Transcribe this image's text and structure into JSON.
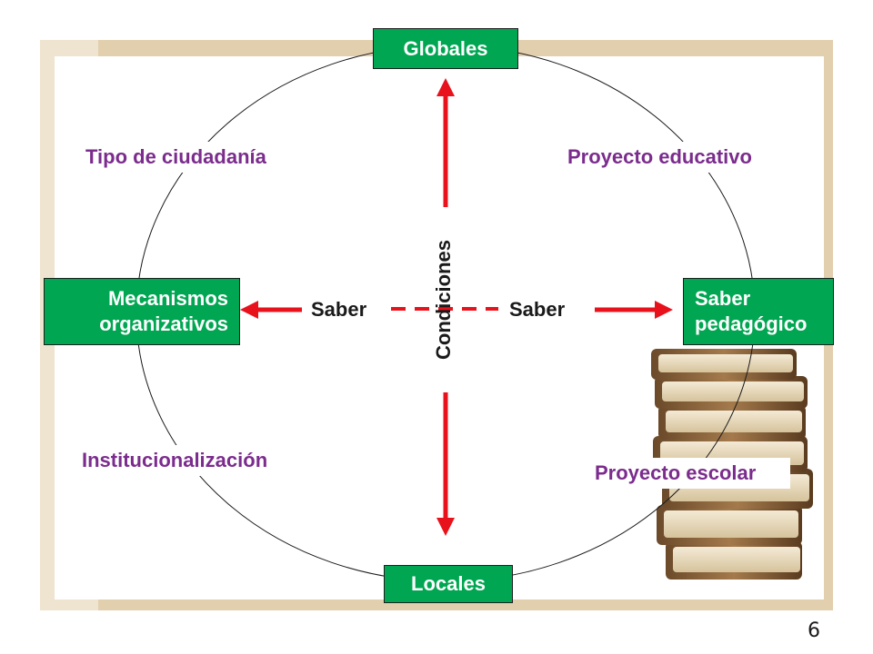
{
  "nodes": {
    "top": "Globales",
    "bottom": "Locales",
    "left_line1": "Mecanismos",
    "left_line2": "organizativos",
    "right_line1": "Saber",
    "right_line2": "pedagógico"
  },
  "labels": {
    "top_left": "Tipo de ciudadanía",
    "top_right": "Proyecto educativo",
    "bottom_left": "Institucionalización",
    "bottom_right": "Proyecto escolar",
    "center_vertical": "Condiciones",
    "center_left": "Saber",
    "center_right": "Saber"
  },
  "page_number": "6",
  "colors": {
    "node_fill": "#00a651",
    "arrow": "#e8121c",
    "label_text": "#7b2c8d",
    "frame": "#e2cfad"
  },
  "icons": [
    "books-stack-image"
  ]
}
